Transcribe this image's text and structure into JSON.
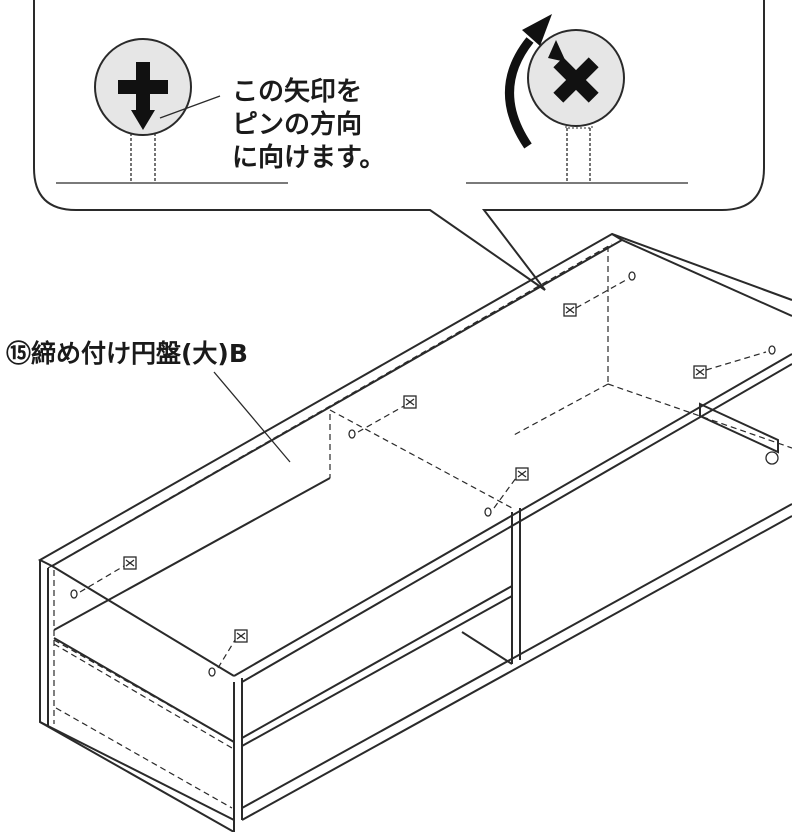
{
  "callout": {
    "instruction_lines": [
      "この矢印を",
      "ピンの方向",
      "に向けます。"
    ]
  },
  "part_label": {
    "text": "⑮締め付け円盤(大)B"
  },
  "icons": {
    "left_screw": "phillips-screw-arrow-down-icon",
    "right_screw": "phillips-screw-rotated-icon",
    "rotation": "clockwise-rotation-arrow-icon"
  },
  "colors": {
    "line": "#2a2a2a",
    "screw_face": "#e6e6e6",
    "background": "#ffffff"
  }
}
